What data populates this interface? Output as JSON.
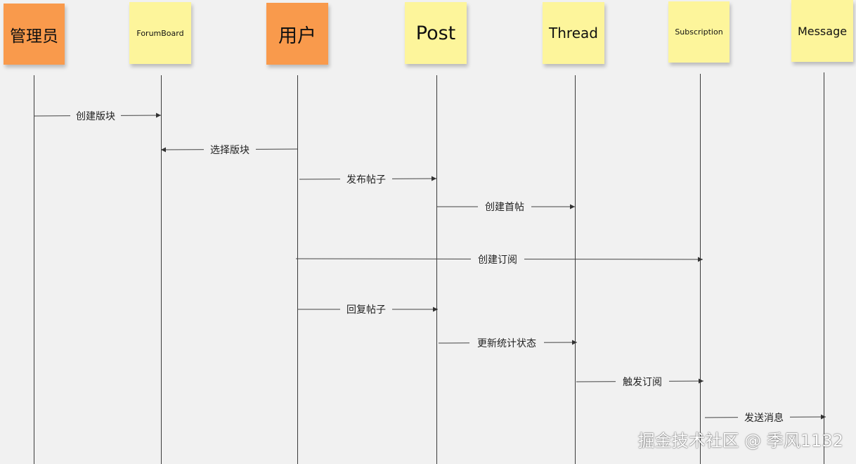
{
  "participants": [
    {
      "id": "admin",
      "label": "管理员",
      "color": "#f99a4c"
    },
    {
      "id": "forumboard",
      "label": "ForumBoard",
      "color": "#fdf59b"
    },
    {
      "id": "user",
      "label": "用户",
      "color": "#f99a4c"
    },
    {
      "id": "post",
      "label": "Post",
      "color": "#fdf59b"
    },
    {
      "id": "thread",
      "label": "Thread",
      "color": "#fdf59b"
    },
    {
      "id": "subscription",
      "label": "Subscription",
      "color": "#fdf59b"
    },
    {
      "id": "message",
      "label": "Message",
      "color": "#fdf59b"
    }
  ],
  "messages": [
    {
      "from": "admin",
      "to": "forumboard",
      "label": "创建版块"
    },
    {
      "from": "user",
      "to": "forumboard",
      "label": "选择版块"
    },
    {
      "from": "user",
      "to": "post",
      "label": "发布帖子"
    },
    {
      "from": "post",
      "to": "thread",
      "label": "创建首帖"
    },
    {
      "from": "user",
      "to": "subscription",
      "label": "创建订阅"
    },
    {
      "from": "user",
      "to": "post",
      "label": "回复帖子"
    },
    {
      "from": "post",
      "to": "thread",
      "label": "更新统计状态"
    },
    {
      "from": "thread",
      "to": "subscription",
      "label": "触发订阅"
    },
    {
      "from": "subscription",
      "to": "message",
      "label": "发送消息"
    }
  ],
  "watermark": "掘金技术社区 @ 季风1132"
}
